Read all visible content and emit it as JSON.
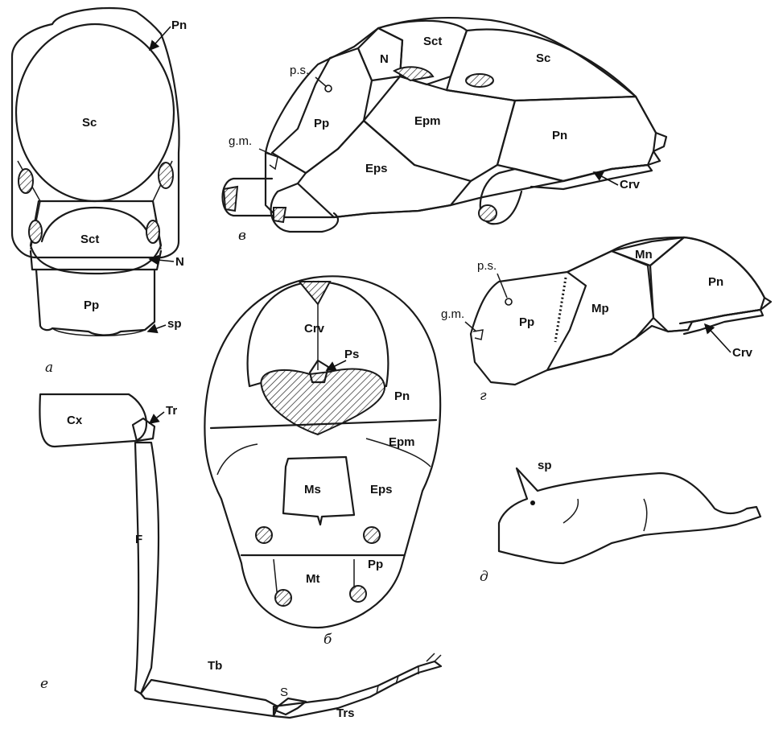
{
  "labels": {
    "a": {
      "pn": "Pn",
      "sc": "Sc",
      "sct": "Sct",
      "n": "N",
      "pp": "Pp",
      "sp": "sp",
      "panel": "а"
    },
    "b": {
      "crv": "Crv",
      "ps": "Ps",
      "pn": "Pn",
      "epm": "Epm",
      "ms": "Ms",
      "eps": "Eps",
      "mt": "Mt",
      "pp": "Pp",
      "panel": "б"
    },
    "v": {
      "sct": "Sct",
      "sc": "Sc",
      "n": "N",
      "ps": "p.s.",
      "pp": "Pp",
      "epm": "Epm",
      "pn": "Pn",
      "gm": "g.m.",
      "eps": "Eps",
      "crv": "Crv",
      "panel": "в"
    },
    "g": {
      "mn": "Mn",
      "pn": "Pn",
      "ps": "p.s.",
      "gm": "g.m.",
      "pp": "Pp",
      "mp": "Mp",
      "crv": "Crv",
      "panel": "г"
    },
    "d": {
      "sp": "sp",
      "panel": "д"
    },
    "e": {
      "cx": "Cx",
      "tr": "Tr",
      "f": "F",
      "tb": "Tb",
      "s": "S",
      "trs": "Trs",
      "panel": "е"
    }
  }
}
